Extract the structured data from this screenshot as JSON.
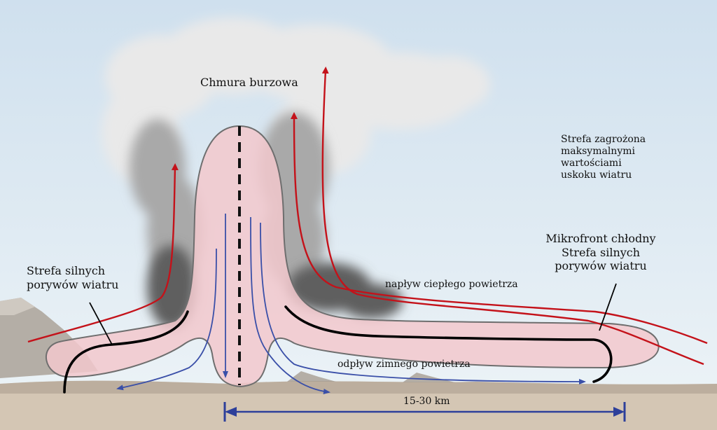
{
  "labels": {
    "cloud": "Chmura burzowa",
    "threat_zone": [
      "Strefa zagrożona",
      "maksymalnymi",
      "wartościami",
      "uskoku wiatru"
    ],
    "gust_zone_left": [
      "Strefa silnych",
      "porywów wiatru"
    ],
    "microfront": [
      "Mikrofront chłodny",
      "Strefa silnych",
      "porywów wiatru"
    ],
    "warm_inflow": "napływ ciepłego powietrza",
    "cold_outflow": "odpływ zimnego powietrza",
    "distance": "15-30 km"
  },
  "colors": {
    "sky_top": "#cfe0ee",
    "sky_bottom": "#eef4f7",
    "ground": "#d4c6b4",
    "downdraft_fill": "#f2c8cc",
    "outline": "#6e6e6e",
    "warm_arrow": "#c4121a",
    "cold_arrow": "#3a4fa8",
    "front_line": "#000000",
    "scale_arrow": "#2d3f9a"
  }
}
